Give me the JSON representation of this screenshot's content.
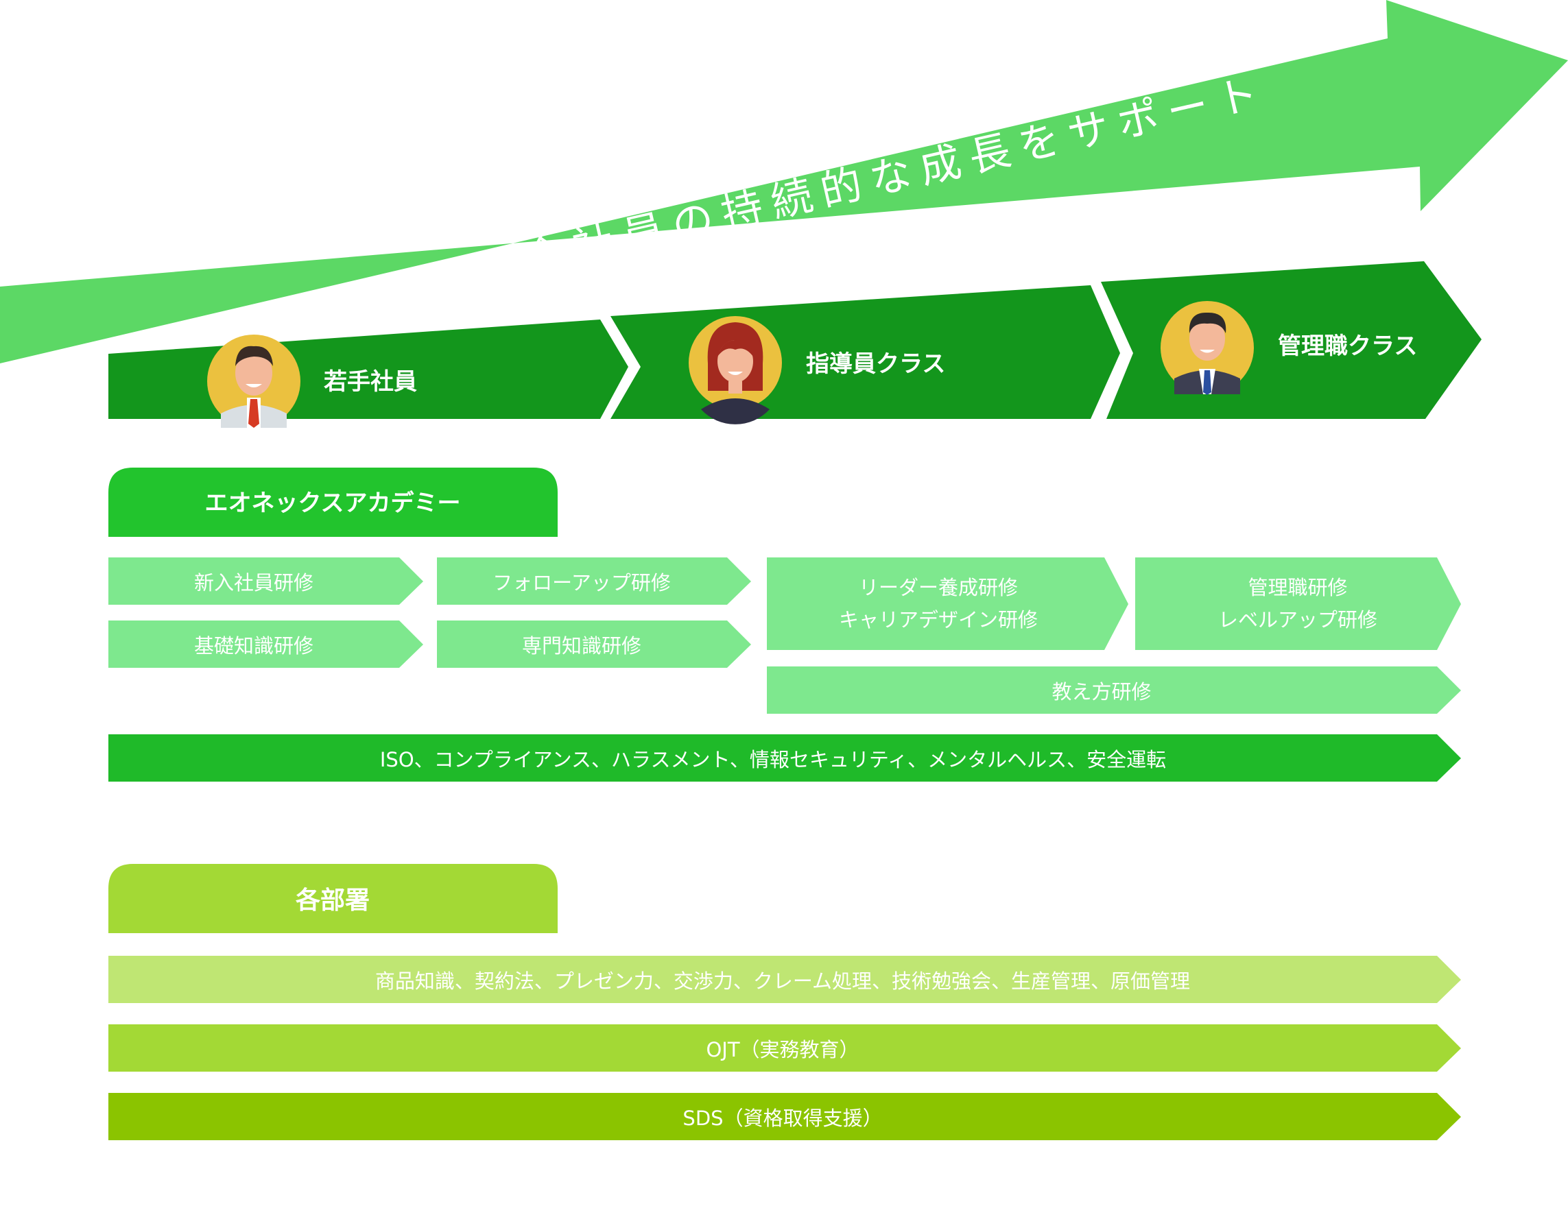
{
  "banner": {
    "title": "全社員の持続的な成長をサポート",
    "color": "#5cd865"
  },
  "stages": [
    {
      "label": "若手社員",
      "avatar": "young-employee-avatar"
    },
    {
      "label": "指導員クラス",
      "avatar": "instructor-avatar"
    },
    {
      "label": "管理職クラス",
      "avatar": "manager-avatar"
    }
  ],
  "academy": {
    "header": "エオネックスアカデミー",
    "courses": {
      "new_employee": "新入社員研修",
      "follow_up": "フォローアップ研修",
      "basic_knowledge": "基礎知識研修",
      "specialist_knowledge": "専門知識研修",
      "leader_line1": "リーダー養成研修",
      "leader_line2": "キャリアデザイン研修",
      "manager_line1": "管理職研修",
      "manager_line2": "レベルアップ研修",
      "teaching": "教え方研修",
      "compliance": "ISO、コンプライアンス、ハラスメント、情報セキュリティ、メンタルヘルス、安全運転"
    }
  },
  "departments": {
    "header": "各部署",
    "rows": {
      "skills": "商品知識、契約法、プレゼン力、交渉力、クレーム処理、技術勉強会、生産管理、原価管理",
      "ojt": "OJT（実務教育）",
      "sds": "SDS（資格取得支援）"
    }
  },
  "colors": {
    "stage_band": "#13961c",
    "academy_header": "#22c42d",
    "academy_course": "#7ee88e",
    "compliance": "#1fba29",
    "dept_header": "#a3d935",
    "skills": "#bfe673",
    "ojt": "#a3d935",
    "sds": "#8bc400",
    "avatar_bg": "#ebc13f"
  }
}
